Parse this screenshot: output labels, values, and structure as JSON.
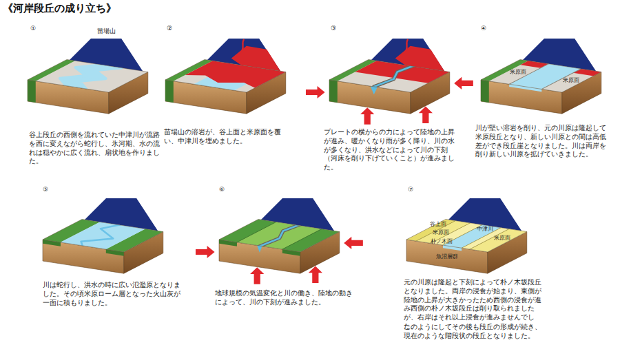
{
  "diagram": {
    "title": "《河岸段丘の成り立ち》",
    "labels": [
      "①",
      "苗場山",
      "谷上段丘の西側を流れていた中津川が流路を西に変えながら蛇行し、氷河期、水の流れは穏やかに広く流れ、扇状地を作りました。",
      "②",
      "苗場山の溶岩が、谷上面と米原面を覆い、中津川を埋めました。",
      "③",
      "プレートの横からの力によって陸地の上昇が進み、暖かくなり雨が多く降り、川の水が多くなり、洪水などによって川の下刻（河床を削り下げていくこと）が進みました。",
      "④",
      "米原面",
      "米原面",
      "川が堅い溶岩を削り、元の川原は隆起して米原段丘となり、新しい川原との間は高低差ができ段丘崖となりました。川は両岸を削り新しい川原を拡げていきました。",
      "⑤",
      "川は蛇行し、洪水の時に広い氾濫原となりました。その頃米原ローム層となった火山灰が一面に積もりました。",
      "⑥",
      "地球規模の気温変化と川の働き、陸地の動きによって、川の下刻が進みました。",
      "⑦",
      "谷上面",
      "米原面",
      "朴ノ木面",
      "中津川",
      "米原面",
      "魚沼層群",
      "元の川原は隆起と下刻によって朴ノ木坂段丘となりました。両岸の浸食が始まり、東側が陸地の上昇が大きかったため西側の浸食が進み西側の朴ノ木坂段丘は削り取られましたが、右岸はそれ以上浸食が進みませんでした。",
      "このようにしてその後も段丘の形成が続き、現在のような階段状の段丘となりました。"
    ]
  }
}
